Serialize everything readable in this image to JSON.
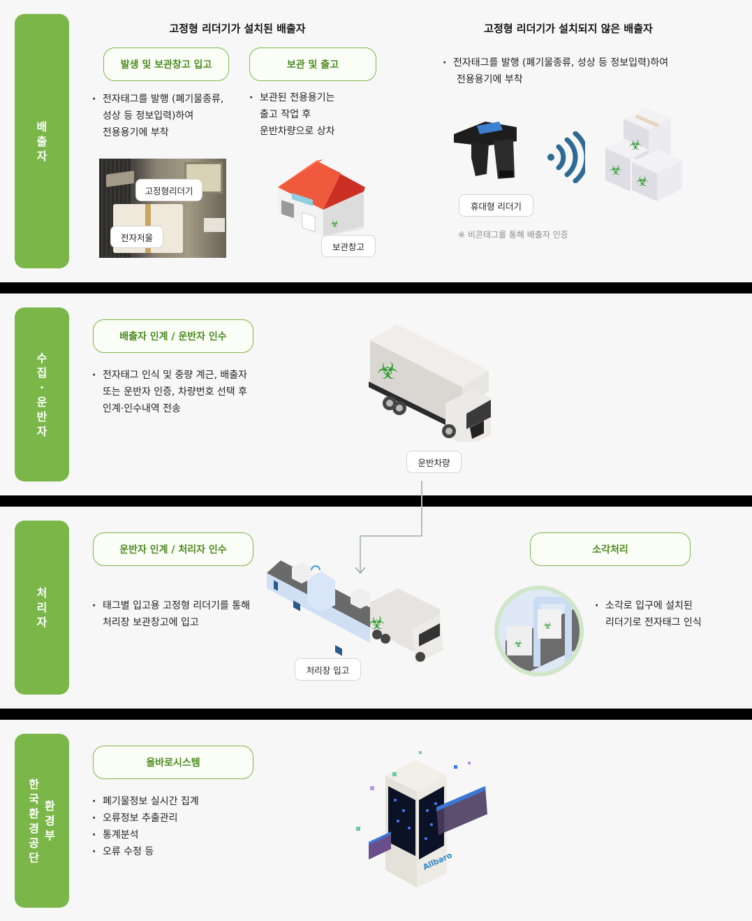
{
  "sections": [
    {
      "role": "배출자",
      "role_chars": [
        "배",
        "출",
        "자"
      ],
      "groups": [
        {
          "title": "고정형 리더기가 설치된 배출자",
          "steps": [
            {
              "label": "발생 및 보관창고 입고",
              "bullets": [
                "전자태그를 발행 (폐기물종류,\n성상 등 정보입력)하여\n전용용기에 부착"
              ],
              "bullet_lines": [
                "전자태그를 발행 (폐기물종류,",
                "성상 등 정보입력)하여",
                "전용용기에 부착"
              ],
              "image_tags": [
                "고정형리더기",
                "전자저울"
              ]
            },
            {
              "label": "보관 및 출고",
              "bullet_lines": [
                "보관된 전용용기는",
                "출고 작업 후",
                "운반차량으로 상차"
              ],
              "image_tags": [
                "보관창고"
              ]
            }
          ]
        },
        {
          "title": "고정형 리더기가 설치되지 않은 배출자",
          "bullet_lines": [
            "전자태그를 발행 (폐기물종류, 성상 등 정보입력)하여",
            "전용용기에 부착"
          ],
          "image_tags": [
            "휴대형 리더기"
          ],
          "note": "※ 비콘태그를 통해 배출자 인증"
        }
      ]
    },
    {
      "role": "수집 · 운반자",
      "role_chars": [
        "수",
        "집",
        "·",
        "운",
        "반",
        "자"
      ],
      "step": {
        "label": "배출자 인계 / 운반자 인수",
        "bullet_lines": [
          "전자태그 인식 및 중량 계근, 배출자",
          "또는 운반자 인증, 차량번호 선택 후",
          "인계·인수내역 전송"
        ]
      },
      "image_tags": [
        "운반차량"
      ]
    },
    {
      "role": "처리자",
      "role_chars": [
        "처",
        "리",
        "자"
      ],
      "steps": [
        {
          "label": "운반자 인계 / 처리자 인수",
          "bullet_lines": [
            "태그별 입고용 고정형 리더기를 통해",
            "처리장 보관창고에 입고"
          ],
          "image_tags": [
            "처리장 입고"
          ]
        },
        {
          "label": "소각처리",
          "bullet_lines": [
            "소각로 입구에 설치된",
            "리더기로 전자태그 인식"
          ]
        }
      ]
    },
    {
      "role": "한국환경공단 환경부",
      "role_cols": [
        [
          "한",
          "국",
          "환",
          "경",
          "공",
          "단"
        ],
        [
          "환",
          "경",
          "부"
        ]
      ],
      "step": {
        "label": "올바로시스템",
        "bullet_lines": [
          "폐기물정보 실시간 집계",
          "오류정보 추출관리",
          "통계분석",
          "오류 수정 등"
        ]
      },
      "image_brand": "Allbaro"
    }
  ],
  "colors": {
    "accent_green": "#7ab648",
    "pill_text_green": "#4b8a1e",
    "background": "#f7f7f7",
    "divider": "#000000",
    "signal_blue": "#2d6a94",
    "biohazard_green": "#2a9a2a",
    "roof_red": "#d9392b"
  }
}
